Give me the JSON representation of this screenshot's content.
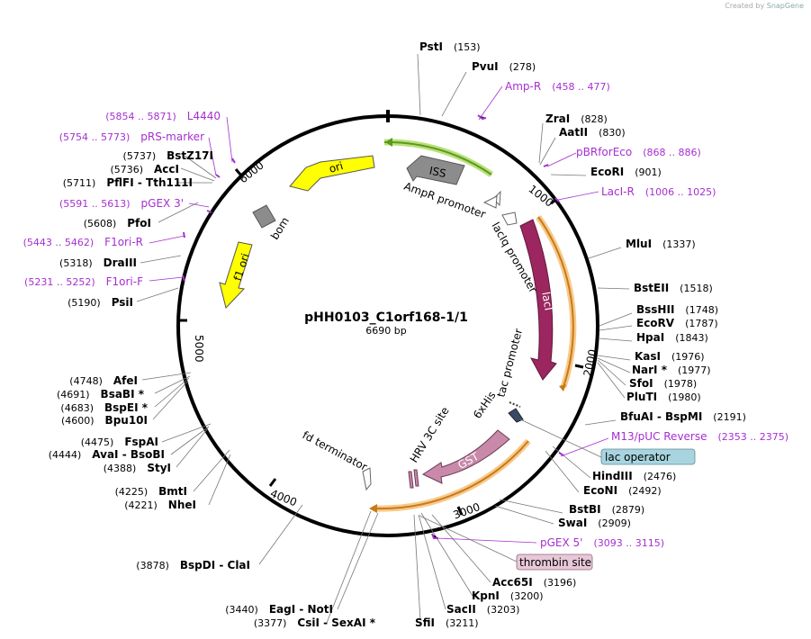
{
  "credit": {
    "prefix": "Created by",
    "brand": "SnapGene"
  },
  "map": {
    "title": "pHH0103_C1orf168-1/1",
    "length": "6690 bp"
  },
  "ticks": [
    "1000",
    "2000",
    "3000",
    "4000",
    "5000",
    "6000"
  ],
  "features": {
    "iss": "ISS",
    "ori": "ori",
    "bom": "bom",
    "f1ori": "f1 ori",
    "laci": "lacI",
    "gst": "GST",
    "ampr_promoter": "AmpR promoter",
    "laciq_promoter": "lacIq promoter",
    "tac_promoter": "tac promoter",
    "sixhis": "6xHis",
    "hrv3c": "HRV 3C site",
    "fd_term": "fd terminator"
  },
  "boxed": {
    "lac_operator": "lac operator",
    "thrombin": "thrombin site"
  },
  "enzymes_right": [
    {
      "name": "PstI",
      "pos": "(153)"
    },
    {
      "name": "PvuI",
      "pos": "(278)"
    },
    {
      "name": "ZraI",
      "pos": "(828)"
    },
    {
      "name": "AatII",
      "pos": "(830)"
    },
    {
      "name": "EcoRI",
      "pos": "(901)"
    },
    {
      "name": "MluI",
      "pos": "(1337)"
    },
    {
      "name": "BstEII",
      "pos": "(1518)"
    },
    {
      "name": "BssHII",
      "pos": "(1748)"
    },
    {
      "name": "EcoRV",
      "pos": "(1787)"
    },
    {
      "name": "HpaI",
      "pos": "(1843)"
    },
    {
      "name": "KasI",
      "pos": "(1976)"
    },
    {
      "name": "NarI *",
      "pos": "(1977)"
    },
    {
      "name": "SfoI",
      "pos": "(1978)"
    },
    {
      "name": "PluTI",
      "pos": "(1980)"
    },
    {
      "name": "BfuAI  -  BspMI",
      "pos": "(2191)"
    },
    {
      "name": "HindIII",
      "pos": "(2476)"
    },
    {
      "name": "EcoNI",
      "pos": "(2492)"
    },
    {
      "name": "BstBI",
      "pos": "(2879)"
    },
    {
      "name": "SwaI",
      "pos": "(2909)"
    },
    {
      "name": "Acc65I",
      "pos": "(3196)"
    },
    {
      "name": "KpnI",
      "pos": "(3200)"
    },
    {
      "name": "SacII",
      "pos": "(3203)"
    },
    {
      "name": "SfiI",
      "pos": "(3211)"
    }
  ],
  "enzymes_left": [
    {
      "name": "BspDI  -  ClaI",
      "pos": "(3878)"
    },
    {
      "name": "EagI  -  NotI",
      "pos": "(3440)"
    },
    {
      "name": "CsiI  -  SexAI *",
      "pos": "(3377)"
    },
    {
      "name": "BmtI",
      "pos": "(4225)"
    },
    {
      "name": "NheI",
      "pos": "(4221)"
    },
    {
      "name": "FspAI",
      "pos": "(4475)"
    },
    {
      "name": "AvaI  -  BsoBI",
      "pos": "(4444)"
    },
    {
      "name": "StyI",
      "pos": "(4388)"
    },
    {
      "name": "AfeI",
      "pos": "(4748)"
    },
    {
      "name": "BsaBI *",
      "pos": "(4691)"
    },
    {
      "name": "BspEI *",
      "pos": "(4683)"
    },
    {
      "name": "Bpu10I",
      "pos": "(4600)"
    },
    {
      "name": "PsiI",
      "pos": "(5190)"
    },
    {
      "name": "DraIII",
      "pos": "(5318)"
    },
    {
      "name": "PfoI",
      "pos": "(5608)"
    },
    {
      "name": "BstZ17I",
      "pos": "(5737)"
    },
    {
      "name": "AccI",
      "pos": "(5736)"
    },
    {
      "name": "PflFI  -  Tth111I",
      "pos": "(5711)"
    }
  ],
  "primers": [
    {
      "name": "Amp-R",
      "pos": "(458 .. 477)"
    },
    {
      "name": "pBRforEco",
      "pos": "(868 .. 886)"
    },
    {
      "name": "LacI-R",
      "pos": "(1006 .. 1025)"
    },
    {
      "name": "M13/pUC Reverse",
      "pos": "(2353 .. 2375)"
    },
    {
      "name": "pGEX 5'",
      "pos": "(3093 .. 3115)"
    },
    {
      "name": "L4440",
      "pos": "(5854 .. 5871)"
    },
    {
      "name": "pRS-marker",
      "pos": "(5754 .. 5773)"
    },
    {
      "name": "pGEX 3'",
      "pos": "(5591 .. 5613)"
    },
    {
      "name": "F1ori-R",
      "pos": "(5443 .. 5462)"
    },
    {
      "name": "F1ori-F",
      "pos": "(5231 .. 5252)"
    }
  ],
  "colors": {
    "primer": "#a52fd0",
    "laci": "#9b2660",
    "gst": "#c98aaa",
    "ori": "#ffff00",
    "iss": "#8c8c8c",
    "lac_operator": "#a8d4e0",
    "thrombin": "#e8c8d8",
    "orf_halo": "#f7c98a",
    "ampr_halo": "#b9e07a"
  }
}
